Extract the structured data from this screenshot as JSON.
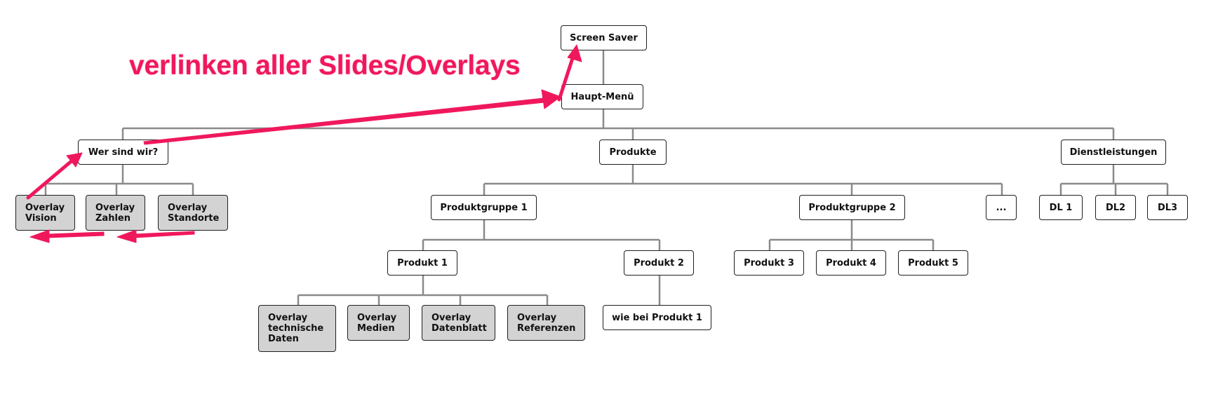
{
  "annotation": {
    "text": "verlinken aller Slides/Overlays",
    "color": "#f0185d"
  },
  "nodes": {
    "screen_saver": "Screen Saver",
    "haupt_menu": "Haupt-Menü",
    "wer_sind_wir": "Wer sind wir?",
    "produkte": "Produkte",
    "dienstleistungen": "Dienstleistungen",
    "overlay_vision": "Overlay\nVision",
    "overlay_zahlen": "Overlay\nZahlen",
    "overlay_standorte": "Overlay\nStandorte",
    "produktgruppe_1": "Produktgruppe 1",
    "produktgruppe_2": "Produktgruppe 2",
    "more": "...",
    "dl1": "DL 1",
    "dl2": "DL2",
    "dl3": "DL3",
    "produkt_1": "Produkt 1",
    "produkt_2": "Produkt 2",
    "produkt_3": "Produkt 3",
    "produkt_4": "Produkt 4",
    "produkt_5": "Produkt 5",
    "overlay_technische_daten": "Overlay\ntechnische\nDaten",
    "overlay_medien": "Overlay\nMedien",
    "overlay_datenblatt": "Overlay\nDatenblatt",
    "overlay_referenzen": "Overlay\nReferenzen",
    "wie_bei_produkt_1": "wie bei Produkt 1"
  },
  "colors": {
    "connector": "#8a8a8a",
    "node_border": "#1f1f1f",
    "overlay_fill": "#d3d3d3",
    "node_fill": "#ffffff"
  }
}
